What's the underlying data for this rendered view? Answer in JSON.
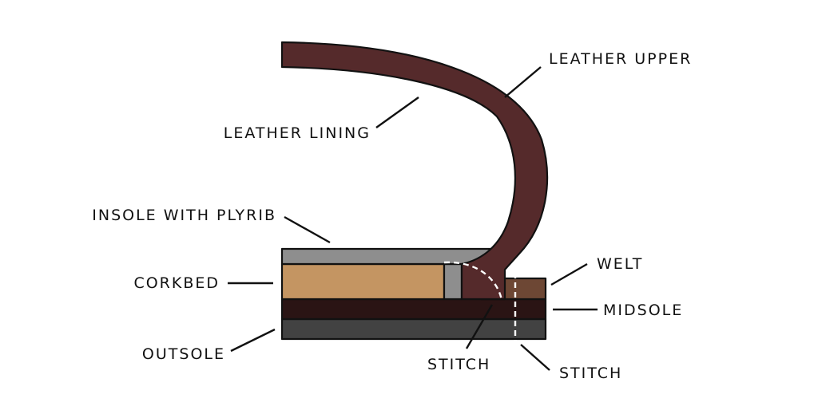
{
  "colors": {
    "leather_upper": "#552a2b",
    "insole": "#8e8e8e",
    "corkbed": "#c49562",
    "welt": "#6d4734",
    "midsole": "#2a1414",
    "outsole": "#424242",
    "outline": "#111111",
    "stitch": "#ffffff"
  },
  "labels": {
    "leather_upper": "LEATHER UPPER",
    "leather_lining": "LEATHER LINING",
    "insole": "INSOLE WITH PLYRIB",
    "corkbed": "CORKBED",
    "outsole": "OUTSOLE",
    "welt": "WELT",
    "midsole": "MIDSOLE",
    "stitch_inner": "STITCH",
    "stitch_outer": "STITCH"
  }
}
